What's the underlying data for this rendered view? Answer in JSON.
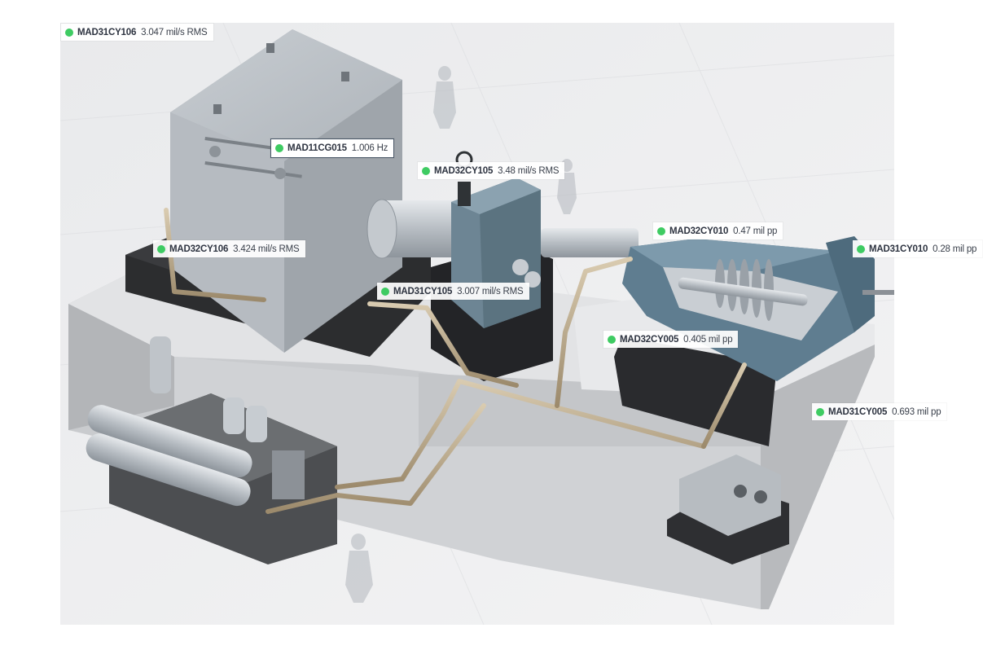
{
  "scene": {
    "icon": "turbine-generator-skid-3d-render"
  },
  "sensors": [
    {
      "tag": "MAD31CY106",
      "value": "3.047 mil/s RMS",
      "status": "ok",
      "status_color": "#3ecb62"
    },
    {
      "tag": "MAD11CG015",
      "value": "1.006 Hz",
      "status": "ok",
      "status_color": "#3ecb62",
      "selected": true
    },
    {
      "tag": "MAD32CY105",
      "value": "3.48 mil/s RMS",
      "status": "ok",
      "status_color": "#3ecb62"
    },
    {
      "tag": "MAD32CY010",
      "value": "0.47 mil pp",
      "status": "ok",
      "status_color": "#3ecb62"
    },
    {
      "tag": "MAD31CY010",
      "value": "0.28 mil pp",
      "status": "ok",
      "status_color": "#3ecb62"
    },
    {
      "tag": "MAD32CY106",
      "value": "3.424 mil/s RMS",
      "status": "ok",
      "status_color": "#3ecb62"
    },
    {
      "tag": "MAD31CY105",
      "value": "3.007 mil/s RMS",
      "status": "ok",
      "status_color": "#3ecb62"
    },
    {
      "tag": "MAD32CY005",
      "value": "0.405 mil pp",
      "status": "ok",
      "status_color": "#3ecb62"
    },
    {
      "tag": "MAD31CY005",
      "value": "0.693 mil pp",
      "status": "ok",
      "status_color": "#3ecb62"
    }
  ]
}
